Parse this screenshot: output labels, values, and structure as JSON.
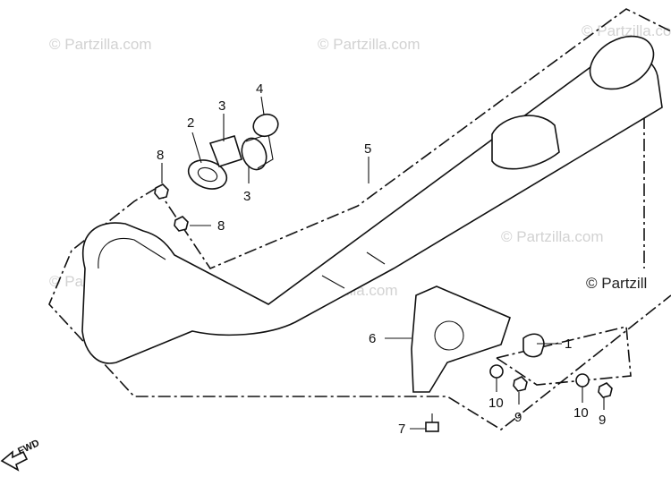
{
  "watermark": {
    "text": "© Partzilla.com",
    "partial_text": "© Partzill"
  },
  "direction_label": "FWD",
  "callouts": {
    "p1": "1",
    "p2": "2",
    "p3a": "3",
    "p3b": "3",
    "p4": "4",
    "p5": "5",
    "p6": "6",
    "p7": "7",
    "p8a": "8",
    "p8b": "8",
    "p9a": "9",
    "p9b": "9",
    "p10a": "10",
    "p10b": "10"
  }
}
